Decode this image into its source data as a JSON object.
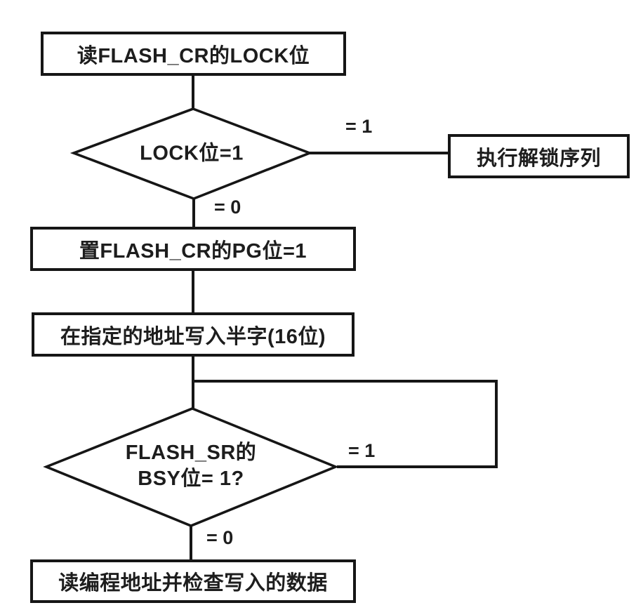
{
  "flowchart": {
    "nodes": {
      "read_lock": {
        "label": "读FLASH_CR的LOCK位"
      },
      "lock_decision": {
        "label": "LOCK位=1"
      },
      "unlock_sequence": {
        "label": "执行解锁序列"
      },
      "set_pg": {
        "label": "置FLASH_CR的PG位=1"
      },
      "write_halfword": {
        "label": "在指定的地址写入半字(16位)"
      },
      "bsy_decision": {
        "line1": "FLASH_SR的",
        "line2": "BSY位= 1?"
      },
      "verify_data": {
        "label": "读编程地址并检查写入的数据"
      }
    },
    "edge_labels": {
      "lock_eq1": "= 1",
      "lock_eq0": "= 0",
      "bsy_eq1": "= 1",
      "bsy_eq0": "= 0"
    },
    "colors": {
      "background": "#ffffff",
      "line": "#161616",
      "text": "#1d1d1d"
    }
  }
}
